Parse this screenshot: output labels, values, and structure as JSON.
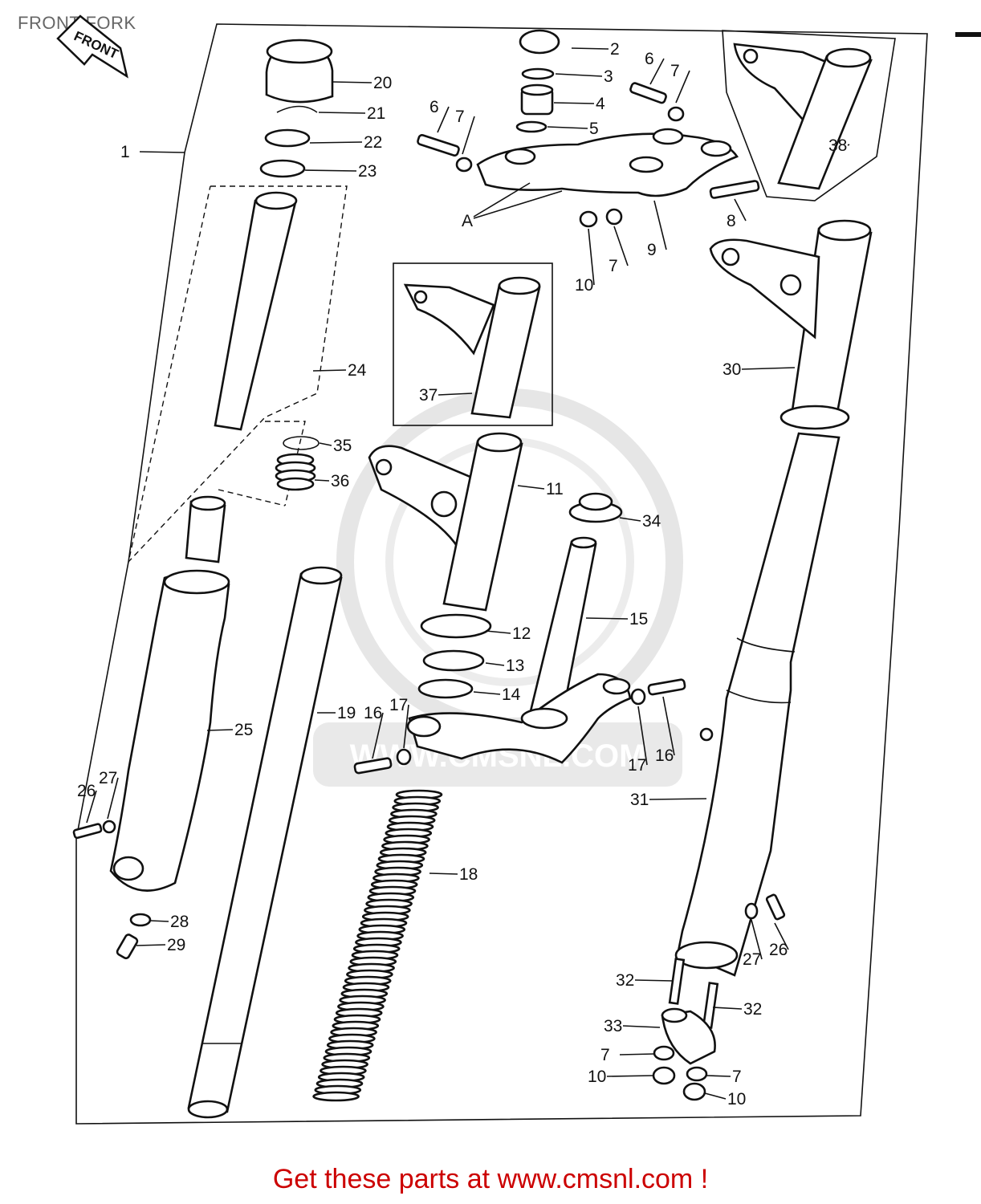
{
  "title": "FRONT FORK",
  "front_arrow_label": "FRONT",
  "ref_letter": "A",
  "watermark_text": "WWW.CMSNL.COM",
  "footer": {
    "text": "Get these parts at www.cmsnl.com !"
  },
  "callouts": [
    "1",
    "2",
    "3",
    "4",
    "5",
    "6",
    "7",
    "6",
    "7",
    "8",
    "9",
    "10",
    "7",
    "11",
    "12",
    "13",
    "14",
    "15",
    "16",
    "17",
    "16",
    "17",
    "18",
    "19",
    "20",
    "21",
    "22",
    "23",
    "24",
    "25",
    "26",
    "27",
    "26",
    "27",
    "28",
    "29",
    "30",
    "31",
    "32",
    "32",
    "33",
    "7",
    "10",
    "7",
    "10",
    "34",
    "35",
    "36",
    "37",
    "38"
  ]
}
